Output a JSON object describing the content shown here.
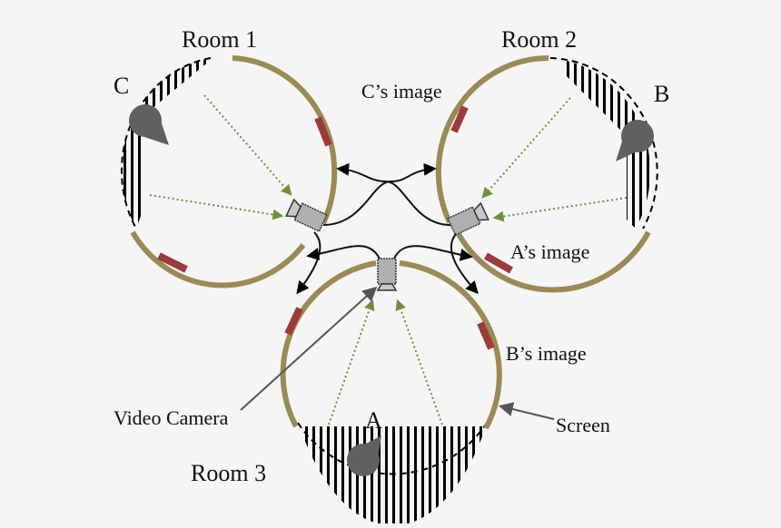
{
  "rooms": [
    {
      "label": "Room 1"
    },
    {
      "label": "Room 2"
    },
    {
      "label": "Room 3"
    }
  ],
  "people": [
    {
      "label": "A"
    },
    {
      "label": "B"
    },
    {
      "label": "C"
    }
  ],
  "annotations": {
    "c_image": "C’s image",
    "a_image": "A’s image",
    "b_image": "B’s image",
    "video_camera": "Video Camera",
    "screen": "Screen"
  },
  "colors": {
    "screen": "#9a8a55",
    "image_patch": "#9b3b3b",
    "sight_line": "#6f8f3a",
    "person": "#606060",
    "camera": "#b0b0b0",
    "cable": "#111111"
  }
}
